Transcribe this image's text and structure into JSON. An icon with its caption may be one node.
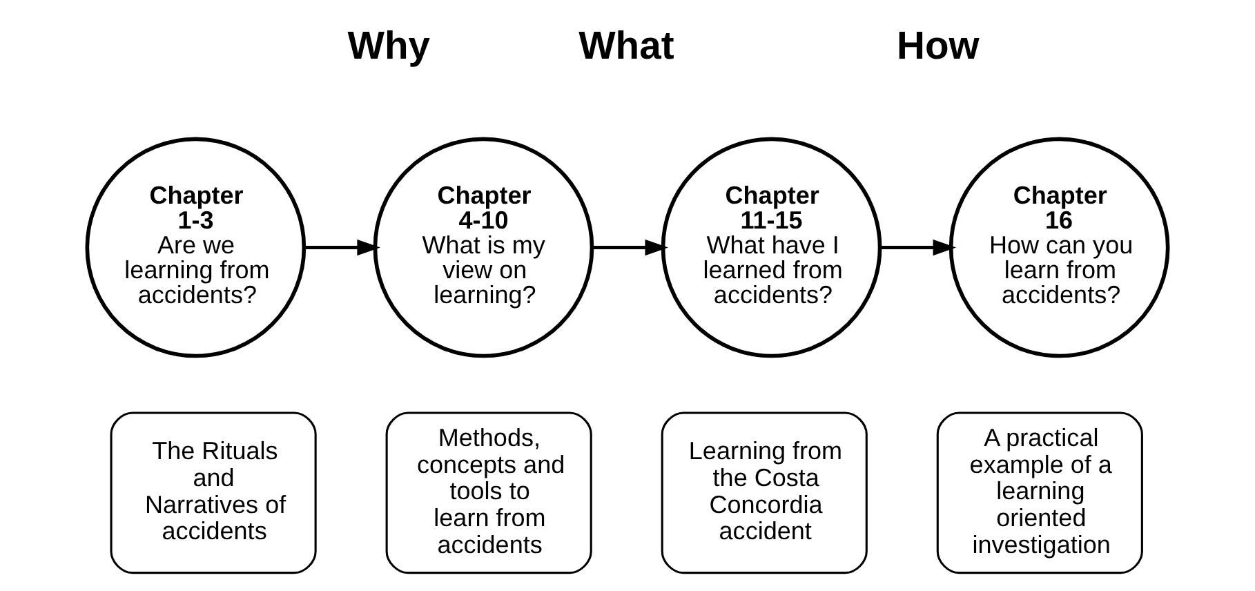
{
  "diagram": {
    "nodes": [
      {
        "text": [
          "Chapter 1-3",
          "Are we learning from accidents?"
        ]
      },
      {
        "text": [
          "Chapter 4-10",
          "What is my view on learning?"
        ]
      },
      {
        "text": [
          "Chapter 11-15",
          "What have I learned from accidents?"
        ]
      },
      {
        "text": [
          "Chapter 16",
          "How can you learn from accidents?"
        ]
      },
      {
        "text": [
          "The Rituals and Narratives of accidents"
        ]
      },
      {
        "text": [
          "Methods, concepts and tools to learn from accidents"
        ]
      },
      {
        "text": [
          "Learning from the Costa Concordia accident"
        ]
      },
      {
        "text": [
          "A practical example of a learning oriented investigation"
        ]
      }
    ],
    "edges": [
      {
        "from": 0,
        "to": 1,
        "arrow": "to"
      },
      {
        "from": 1,
        "to": 2,
        "arrow": "to"
      },
      {
        "from": 2,
        "to": 3,
        "arrow": "to"
      }
    ],
    "labels": [
      "Why",
      "What",
      "How"
    ]
  }
}
